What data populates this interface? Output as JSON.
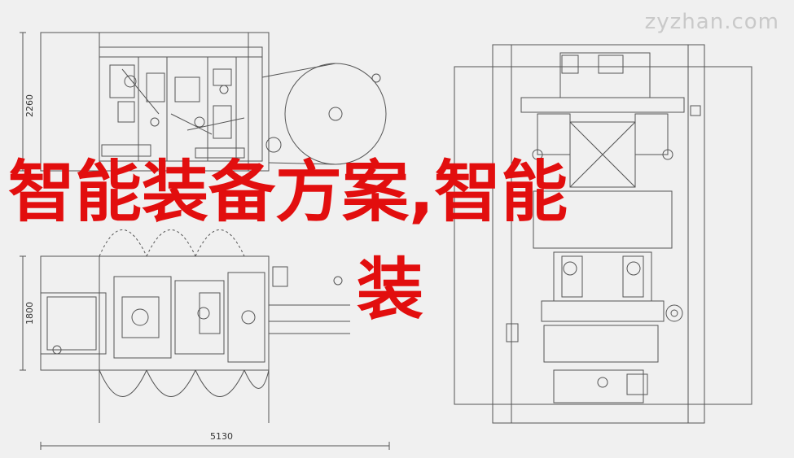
{
  "watermark": "zyzhan.com",
  "headline": {
    "line1": "智能装备方案,智能",
    "line2": "装"
  },
  "dimensions": {
    "top_height": "2260",
    "bottom_height": "1800",
    "total_width": "5130"
  }
}
